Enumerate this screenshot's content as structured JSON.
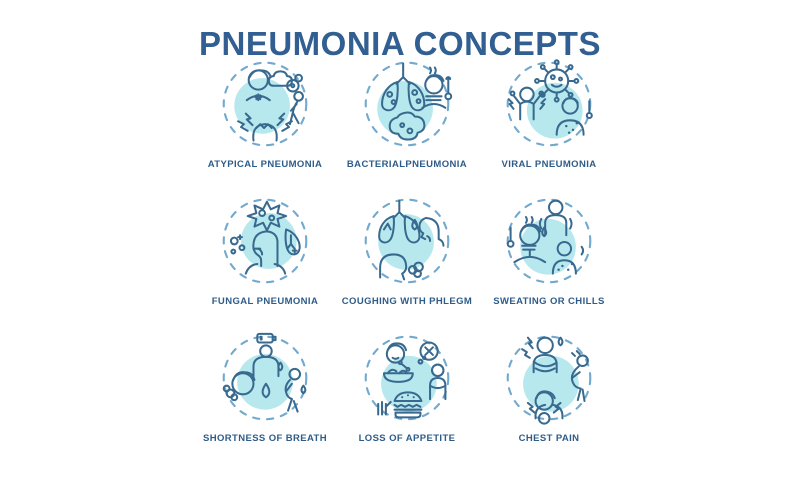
{
  "title": "PNEUMONIA CONCEPTS",
  "colors": {
    "title": "#315f91",
    "label": "#2e5c89",
    "line": "#38698f",
    "blob": "#b7e8ee",
    "ring": "#72a9cf",
    "bg": "#ffffff"
  },
  "grid": {
    "items": [
      {
        "label": "ATYPICAL PNEUMONIA",
        "icon": "atypical-pneumonia-icon"
      },
      {
        "label": "BACTERIALPNEUMONIA",
        "icon": "bacterial-pneumonia-icon"
      },
      {
        "label": "VIRAL PNEUMONIA",
        "icon": "viral-pneumonia-icon"
      },
      {
        "label": "FUNGAL PNEUMONIA",
        "icon": "fungal-pneumonia-icon"
      },
      {
        "label": "COUGHING WITH PHLEGM",
        "icon": "coughing-with-phlegm-icon"
      },
      {
        "label": "SWEATING OR CHILLS",
        "icon": "sweating-or-chills-icon"
      },
      {
        "label": "SHORTNESS OF BREATH",
        "icon": "shortness-of-breath-icon"
      },
      {
        "label": "LOSS OF APPETITE",
        "icon": "loss-of-appetite-icon"
      },
      {
        "label": "CHEST PAIN",
        "icon": "chest-pain-icon"
      }
    ]
  }
}
